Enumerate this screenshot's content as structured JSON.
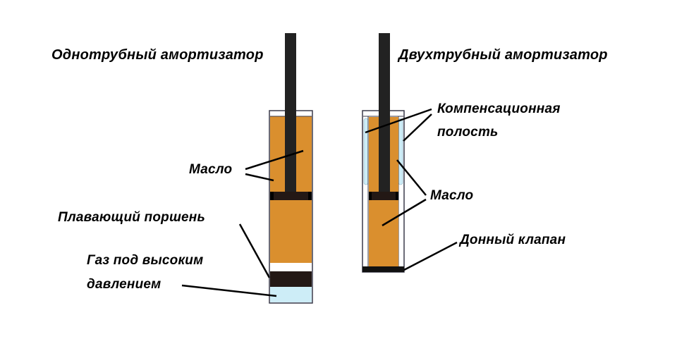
{
  "titles": {
    "mono": "Однотрубный амортизатор",
    "twin": "Двухтрубный амортизатор"
  },
  "mono_labels": {
    "oil": "Масло",
    "floating_piston": "Плавающий поршень",
    "gas_line1": "Газ под высоким",
    "gas_line2": "давлением"
  },
  "twin_labels": {
    "compensation_line1": "Компенсационная",
    "compensation_line2": "полость",
    "oil": "Масло",
    "base_valve": "Донный клапан"
  },
  "colors": {
    "oil": "#DA8F2E",
    "rod": "#222222",
    "piston": "#231815",
    "gas": "#CDEDF7",
    "outline": "#3a3a4a",
    "background": "#FFFFFF"
  }
}
